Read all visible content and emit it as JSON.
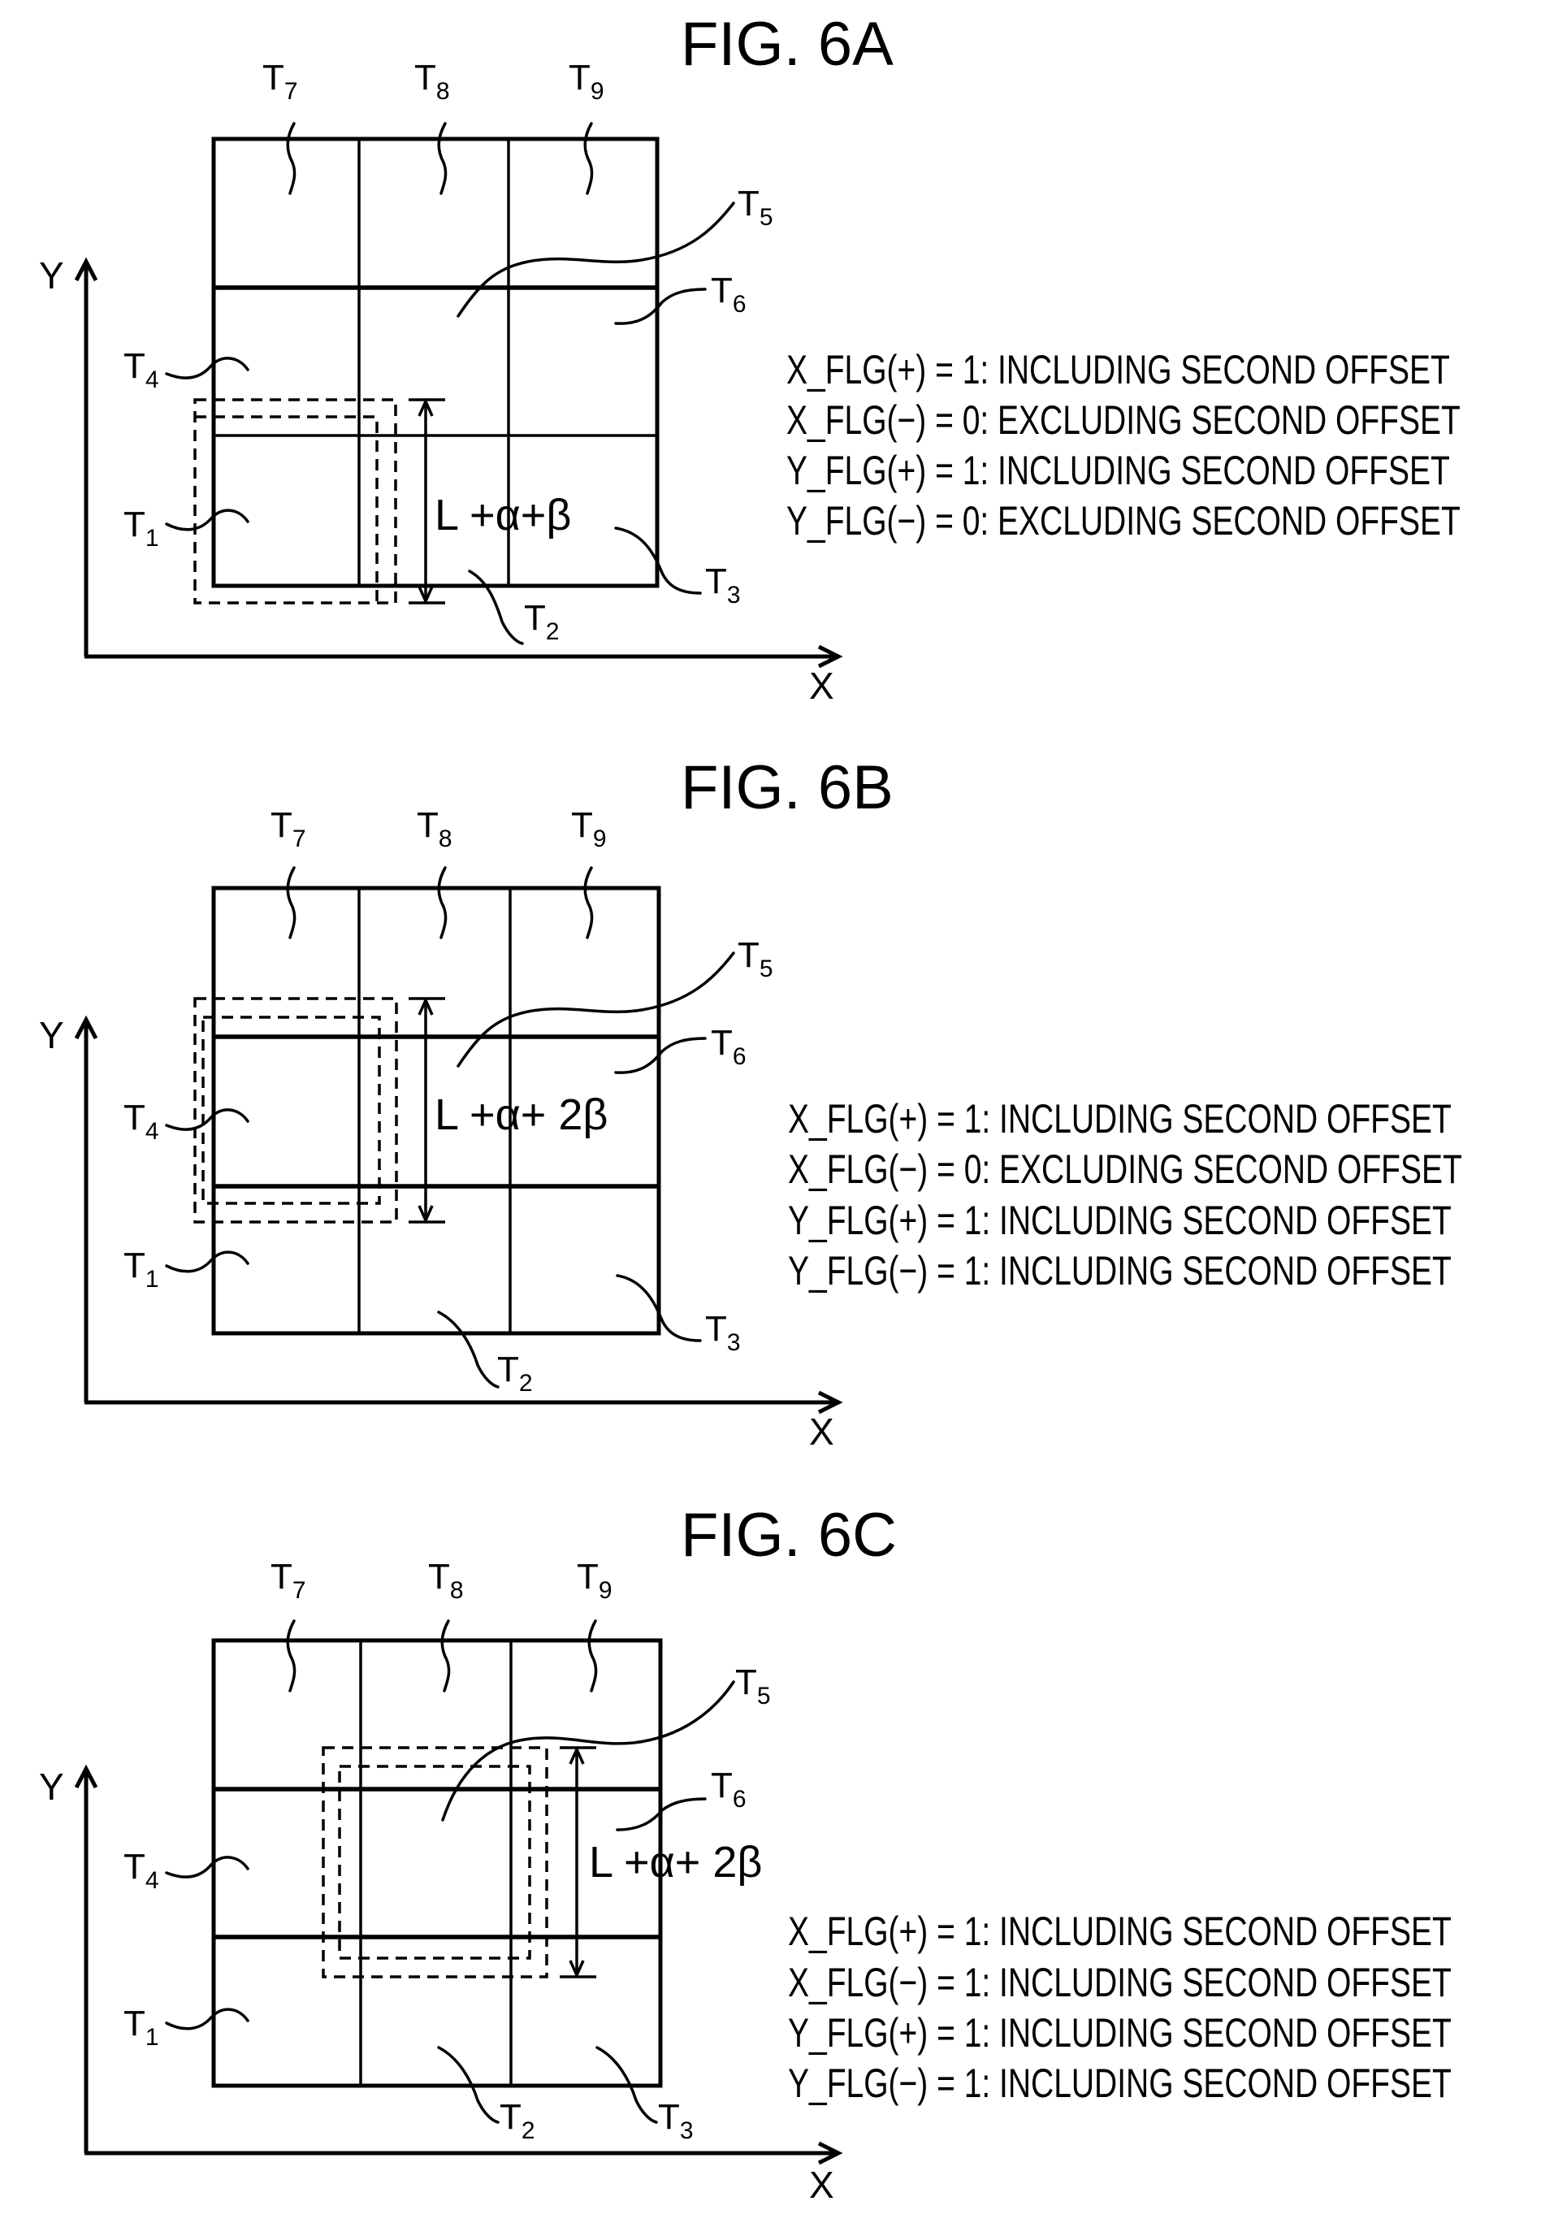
{
  "figures": [
    {
      "id": "6A",
      "title": "FIG. 6A",
      "axes": {
        "x_label": "X",
        "y_label": "Y"
      },
      "tiles": {
        "T1": "T",
        "T2": "T",
        "T3": "T",
        "T4": "T",
        "T5": "T",
        "T6": "T",
        "T7": "T",
        "T8": "T",
        "T9": "T"
      },
      "tile_labels": [
        {
          "key": "T1",
          "base": "T",
          "sub": "1"
        },
        {
          "key": "T2",
          "base": "T",
          "sub": "2"
        },
        {
          "key": "T3",
          "base": "T",
          "sub": "3"
        },
        {
          "key": "T4",
          "base": "T",
          "sub": "4"
        },
        {
          "key": "T5",
          "base": "T",
          "sub": "5"
        },
        {
          "key": "T6",
          "base": "T",
          "sub": "6"
        },
        {
          "key": "T7",
          "base": "T",
          "sub": "7"
        },
        {
          "key": "T8",
          "base": "T",
          "sub": "8"
        },
        {
          "key": "T9",
          "base": "T",
          "sub": "9"
        }
      ],
      "dimension_label": "L +α+β",
      "flags": [
        "X_FLG(+) = 1: INCLUDING SECOND OFFSET",
        "X_FLG(−) = 0: EXCLUDING SECOND OFFSET",
        "Y_FLG(+) = 1: INCLUDING SECOND OFFSET",
        "Y_FLG(−) = 0: EXCLUDING SECOND OFFSET"
      ]
    },
    {
      "id": "6B",
      "title": "FIG. 6B",
      "axes": {
        "x_label": "X",
        "y_label": "Y"
      },
      "tile_labels": [
        {
          "key": "T1",
          "base": "T",
          "sub": "1"
        },
        {
          "key": "T2",
          "base": "T",
          "sub": "2"
        },
        {
          "key": "T3",
          "base": "T",
          "sub": "3"
        },
        {
          "key": "T4",
          "base": "T",
          "sub": "4"
        },
        {
          "key": "T5",
          "base": "T",
          "sub": "5"
        },
        {
          "key": "T6",
          "base": "T",
          "sub": "6"
        },
        {
          "key": "T7",
          "base": "T",
          "sub": "7"
        },
        {
          "key": "T8",
          "base": "T",
          "sub": "8"
        },
        {
          "key": "T9",
          "base": "T",
          "sub": "9"
        }
      ],
      "dimension_label": "L +α+ 2β",
      "flags": [
        "X_FLG(+) = 1: INCLUDING SECOND OFFSET",
        "X_FLG(−) = 0: EXCLUDING SECOND OFFSET",
        "Y_FLG(+) = 1: INCLUDING SECOND OFFSET",
        "Y_FLG(−) = 1: INCLUDING SECOND OFFSET"
      ]
    },
    {
      "id": "6C",
      "title": "FIG. 6C",
      "axes": {
        "x_label": "X",
        "y_label": "Y"
      },
      "tile_labels": [
        {
          "key": "T1",
          "base": "T",
          "sub": "1"
        },
        {
          "key": "T2",
          "base": "T",
          "sub": "2"
        },
        {
          "key": "T3",
          "base": "T",
          "sub": "3"
        },
        {
          "key": "T4",
          "base": "T",
          "sub": "4"
        },
        {
          "key": "T5",
          "base": "T",
          "sub": "5"
        },
        {
          "key": "T6",
          "base": "T",
          "sub": "6"
        },
        {
          "key": "T7",
          "base": "T",
          "sub": "7"
        },
        {
          "key": "T8",
          "base": "T",
          "sub": "8"
        },
        {
          "key": "T9",
          "base": "T",
          "sub": "9"
        }
      ],
      "dimension_label": "L +α+ 2β",
      "flags": [
        "X_FLG(+) = 1: INCLUDING SECOND OFFSET",
        "X_FLG(−) = 1: INCLUDING SECOND OFFSET",
        "Y_FLG(+) = 1: INCLUDING SECOND OFFSET",
        "Y_FLG(−) = 1: INCLUDING SECOND OFFSET"
      ]
    }
  ]
}
